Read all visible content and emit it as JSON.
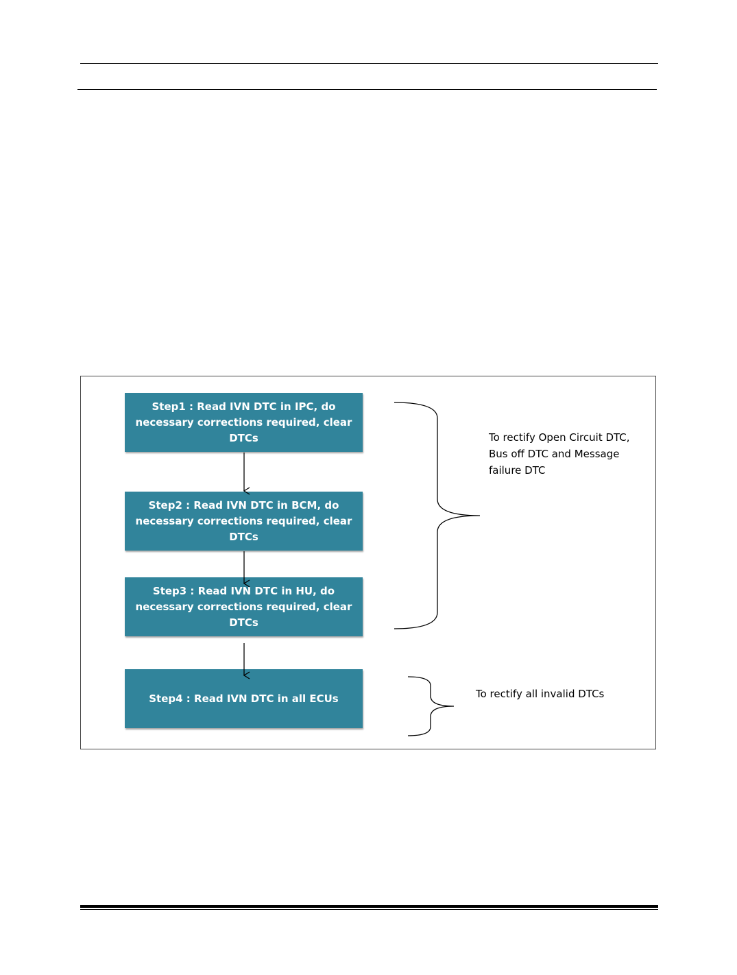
{
  "steps": [
    {
      "id": "step1",
      "label": "Step1 : Read IVN DTC in IPC, do necessary corrections required, clear DTCs"
    },
    {
      "id": "step2",
      "label": "Step2 : Read IVN DTC in BCM, do necessary corrections required, clear DTCs"
    },
    {
      "id": "step3",
      "label": "Step3 : Read IVN DTC in HU, do necessary corrections required, clear DTCs"
    },
    {
      "id": "step4",
      "label": "Step4 : Read IVN DTC in all ECUs"
    }
  ],
  "annotations": {
    "group1": "To rectify Open Circuit DTC, Bus off DTC and Message failure DTC",
    "group2": "To rectify all invalid DTCs"
  },
  "colors": {
    "step_fill": "#31849b",
    "step_text": "#ffffff"
  }
}
